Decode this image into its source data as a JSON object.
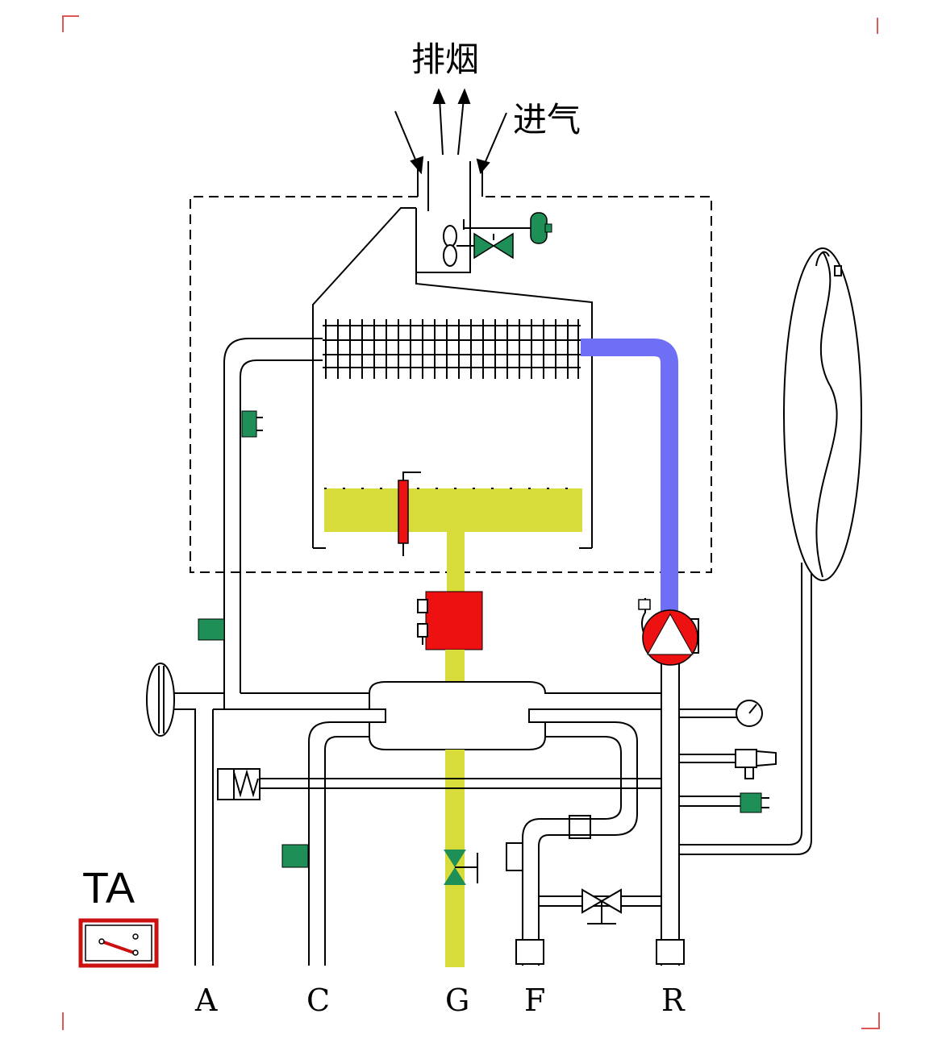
{
  "labels": {
    "exhaust": "排烟",
    "intake": "进气",
    "ta": "TA"
  },
  "connections": [
    "A",
    "C",
    "G",
    "F",
    "R"
  ],
  "colors": {
    "gas": "#d8dc3a",
    "return_water": "#6f6ff5",
    "valve_red": "#ee1111",
    "sensor_green": "#1e8f56",
    "line": "#000000",
    "ta_frame": "#cc1111"
  }
}
